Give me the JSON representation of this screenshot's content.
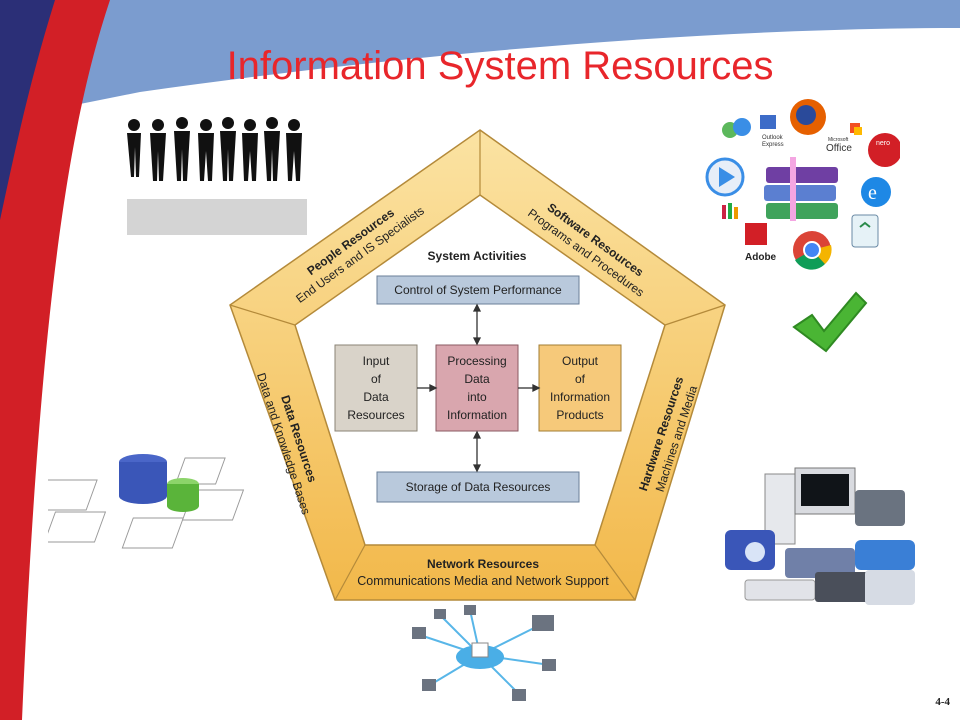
{
  "slide": {
    "title": "Information System Resources",
    "page_number": "4-4"
  },
  "pentagon": {
    "inner_title": "System Activities",
    "sides": {
      "people": {
        "heading": "People Resources",
        "sub": "End Users and IS Specialists"
      },
      "software": {
        "heading": "Software Resources",
        "sub": "Programs and Procedures"
      },
      "hardware": {
        "heading": "Hardware Resources",
        "sub": "Machines and Media"
      },
      "network": {
        "heading": "Network Resources",
        "sub": "Communications Media and Network Support"
      },
      "data": {
        "heading": "Data Resources",
        "sub": "Data and Knowledge Bases"
      }
    },
    "boxes": {
      "control": "Control of System Performance",
      "input": [
        "Input",
        "of",
        "Data",
        "Resources"
      ],
      "processing": [
        "Processing",
        "Data",
        "into",
        "Information"
      ],
      "output": [
        "Output",
        "of",
        "Information",
        "Products"
      ],
      "storage": "Storage of Data Resources"
    }
  },
  "software_icons": {
    "outlook": [
      "Outlook",
      "Express"
    ],
    "office": [
      "Microsoft",
      "Office"
    ],
    "nero": "nero",
    "adobe": "Adobe"
  },
  "colors": {
    "title_red": "#e8262b",
    "pentagon_fill": "#f5c65c",
    "box_blue": "#b9c9dc",
    "box_gray": "#d9d3c9",
    "box_pink": "#d9a6ae",
    "box_orange": "#f6c97a",
    "banner_blue": "#7b9ccf",
    "corner_red": "#d21f26",
    "check_green": "#4ab534"
  },
  "icons": [
    "people-silhouettes",
    "software-icons-cluster",
    "checkmark-icon",
    "database-icon",
    "hardware-devices",
    "network-icon"
  ]
}
